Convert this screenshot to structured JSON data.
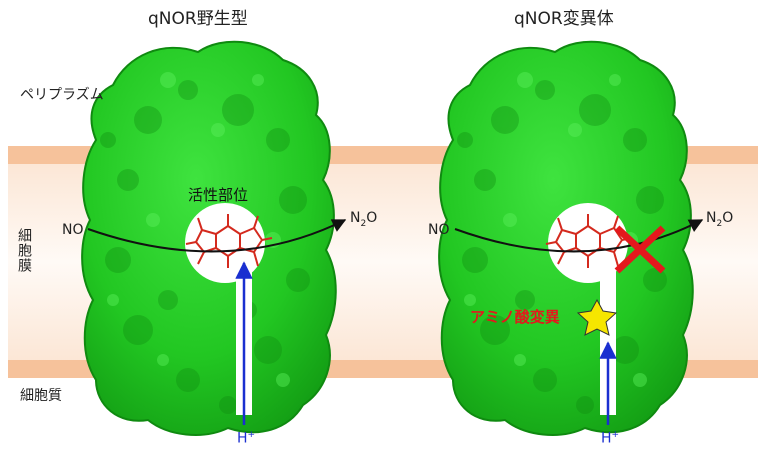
{
  "titles": {
    "wild_type": "qNOR野生型",
    "mutant": "qNOR変異体"
  },
  "regions": {
    "periplasm": "ペリプラズム",
    "membrane": "細胞膜",
    "cytoplasm": "細胞質"
  },
  "labels": {
    "active_site": "活性部位",
    "mutation": "アミノ酸変異",
    "no_left": "NO",
    "no_right": "NO",
    "n2o_left_n": "N",
    "n2o_left_sub": "2",
    "n2o_left_o": "O",
    "n2o_right_n": "N",
    "n2o_right_sub": "2",
    "n2o_right_o": "O",
    "proton_left_h": "H",
    "proton_left_sup": "+",
    "proton_right_h": "H",
    "proton_right_sup": "+"
  },
  "colors": {
    "protein": "#22c722",
    "protein_shadow": "#0f8a10",
    "membrane_edge": "#f6c29b",
    "membrane_fill": "#fdf1e8",
    "heme": "#d42a1e",
    "proton_arrow": "#1a2fd0",
    "block_cross": "#e4181d",
    "star": "#f6e600"
  },
  "icons": {
    "blocked": "red-cross-icon",
    "mutation": "yellow-star-icon"
  }
}
